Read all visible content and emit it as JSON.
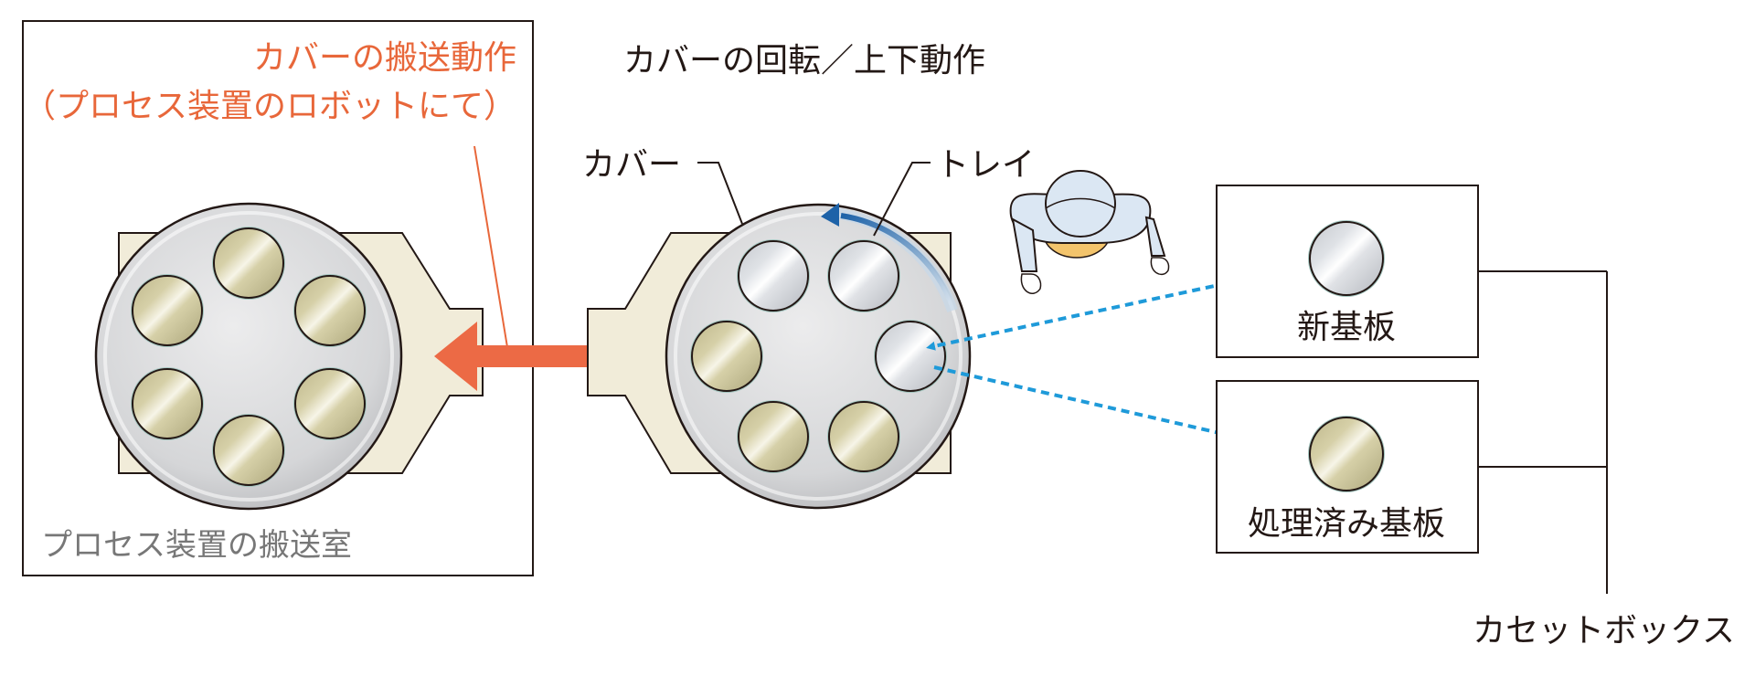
{
  "labels": {
    "robot_transfer_line1": "カバーの搬送動作",
    "robot_transfer_line2": "（プロセス装置のロボットにて）",
    "chamber": "プロセス装置の搬送室",
    "cover_action": "カバーの回転／上下動作",
    "cover": "カバー",
    "tray": "トレイ",
    "new_substrate": "新基板",
    "processed_substrate": "処理済み基板",
    "cassette_box": "カセットボックス"
  },
  "colors": {
    "orange_text": "#e8673a",
    "transfer_arrow": "#ec6a45",
    "dashed_arrow": "#1e9ad9",
    "rotation_arrow": "#1d62a8",
    "gray_text": "#777777",
    "black": "#231815",
    "platform_fill": "#f1ecd9",
    "disc_fill": "#d9dadc",
    "substrate_gold": "#d8d2ac",
    "substrate_silver": "#dfe2e6"
  },
  "icons": [
    "operator-figure-icon",
    "rotation-arrow-icon",
    "double-arrow-icon"
  ]
}
